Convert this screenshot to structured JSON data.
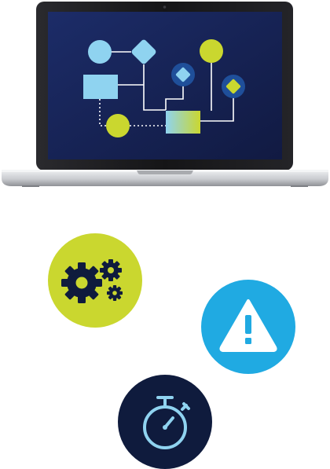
{
  "colors": {
    "lime": "#cad72f",
    "light_blue": "#8fd3f0",
    "sky_blue": "#20aae2",
    "navy": "#0f1b3d",
    "screen_dark": "#141f4a",
    "screen_mid": "#1b2a64",
    "dark_node": "#1f4f9a",
    "laptop_silver": "#d9dadc",
    "bezel": "#1a1a1c"
  },
  "laptop": {
    "screen_content": "workflow-diagram",
    "nodes": [
      {
        "shape": "circle",
        "color": "light_blue"
      },
      {
        "shape": "diamond",
        "color": "light_blue"
      },
      {
        "shape": "rectangle",
        "color": "light_blue"
      },
      {
        "shape": "circle",
        "color": "lime"
      },
      {
        "shape": "diamond-in-circle",
        "color": "light_blue"
      },
      {
        "shape": "circle",
        "color": "lime"
      },
      {
        "shape": "diamond-in-circle",
        "color": "lime"
      },
      {
        "shape": "rectangle-gradient",
        "color": "lime"
      }
    ]
  },
  "icons": [
    {
      "name": "gears-icon",
      "background": "lime",
      "glyph_color": "navy"
    },
    {
      "name": "warning-icon",
      "background": "sky_blue",
      "glyph_color": "white"
    },
    {
      "name": "stopwatch-icon",
      "background": "navy",
      "glyph_color": "light_blue"
    }
  ]
}
